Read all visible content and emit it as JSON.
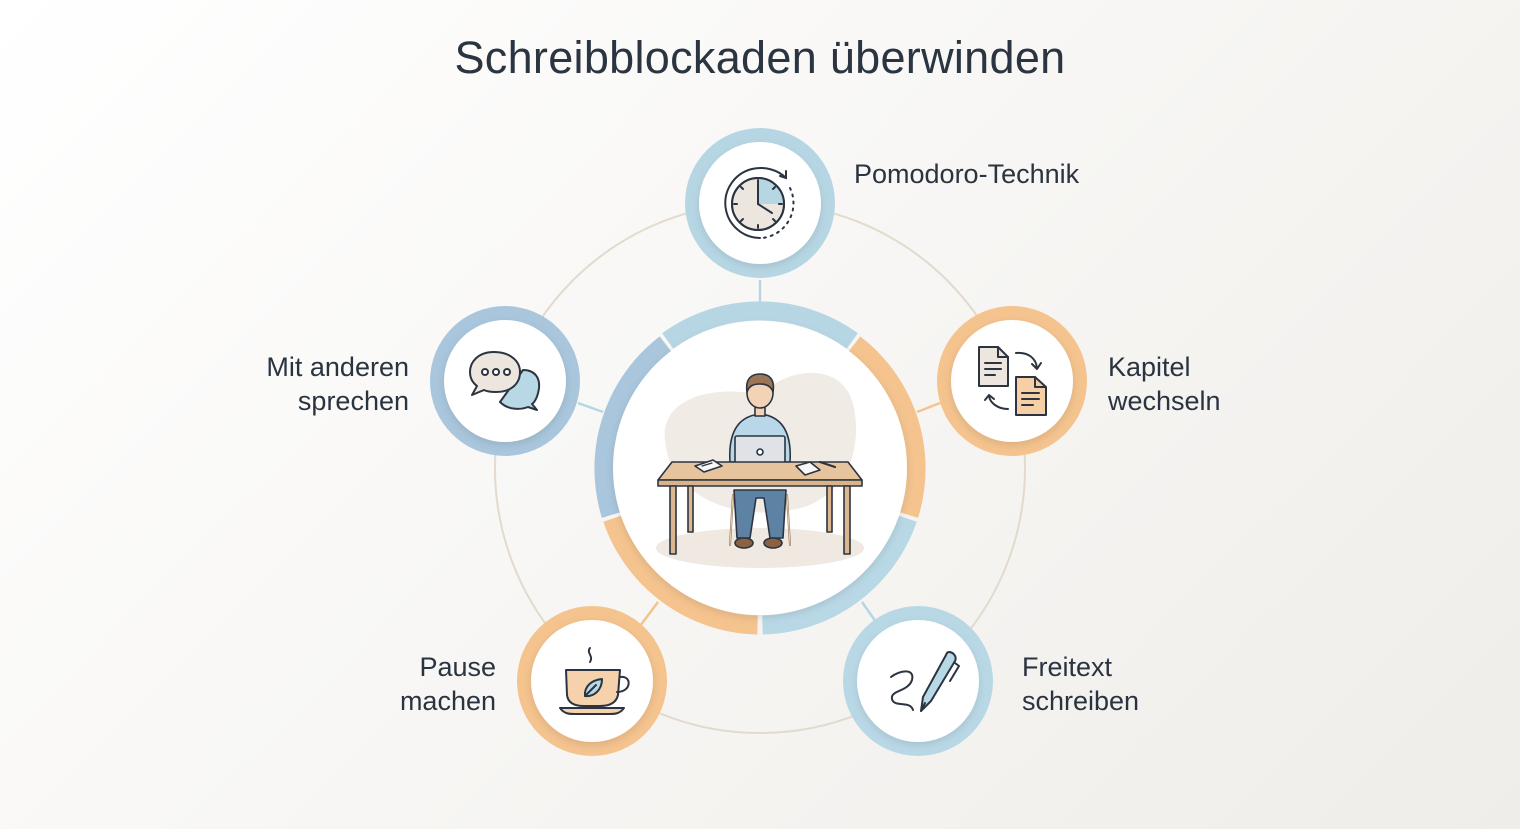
{
  "title": "Schreibblockaden überwinden",
  "colors": {
    "blue": "#b7d6e4",
    "steel_blue": "#a9c6dc",
    "orange": "#f4c38e",
    "connector": "#e2d8cb",
    "text": "#2a3440",
    "icon_stroke": "#2b3440"
  },
  "center": {
    "illustration": "person-at-desk-with-laptop",
    "ring_segments": [
      {
        "color": "blue",
        "from_deg": -126,
        "to_deg": -54
      },
      {
        "color": "orange",
        "from_deg": -54,
        "to_deg": 18
      },
      {
        "color": "blue",
        "from_deg": 18,
        "to_deg": 90
      },
      {
        "color": "orange",
        "from_deg": 90,
        "to_deg": 162
      },
      {
        "color": "steel_blue",
        "from_deg": 162,
        "to_deg": 234
      }
    ]
  },
  "nodes": [
    {
      "id": "pomodoro",
      "label": "Pomodoro-Technik",
      "icon": "clock-cycle-icon",
      "ring": "blue"
    },
    {
      "id": "kapitel",
      "label": "Kapitel\nwechseln",
      "icon": "documents-swap-icon",
      "ring": "orange"
    },
    {
      "id": "freitext",
      "label": "Freitext\nschreiben",
      "icon": "pen-scribble-icon",
      "ring": "blue"
    },
    {
      "id": "pause",
      "label": "Pause\nmachen",
      "icon": "tea-cup-icon",
      "ring": "orange"
    },
    {
      "id": "sprechen",
      "label": "Mit anderen\nsprechen",
      "icon": "chat-bubbles-icon",
      "ring": "steel_blue"
    }
  ]
}
